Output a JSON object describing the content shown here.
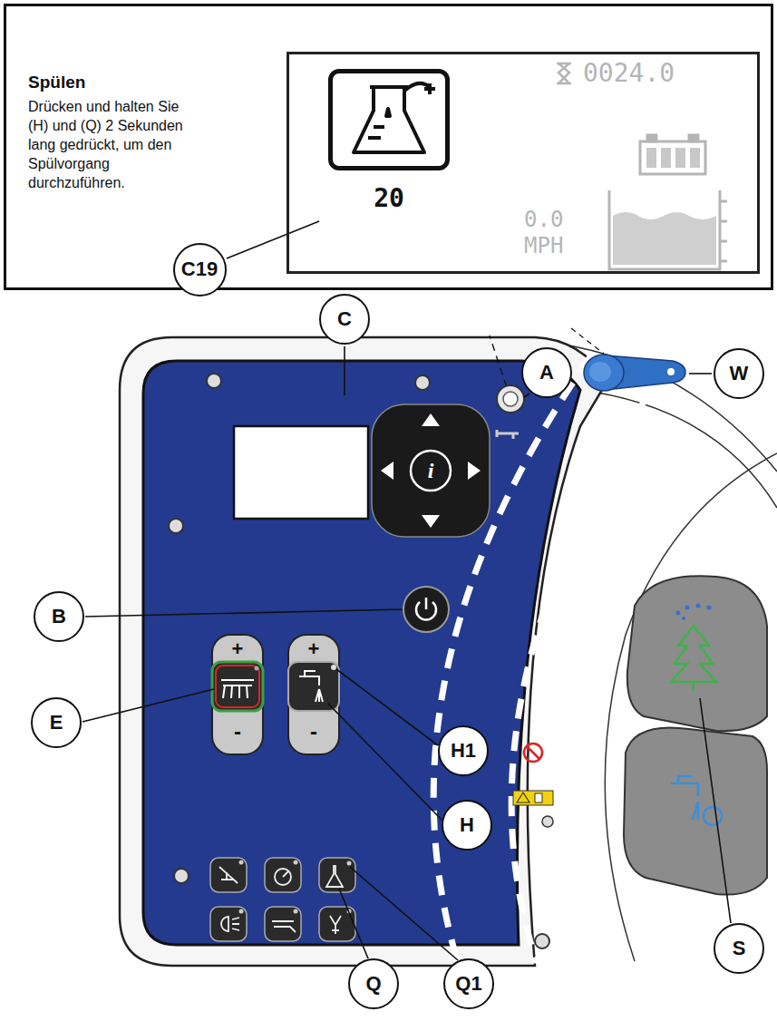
{
  "diagram": {
    "nodes": [
      {
        "text": [
          "Spülen",
          "Drücken und halten Sie (H) und (Q) 2 Sekunden lang gedrückt, um den Spülvorgang durchzuführen."
        ]
      },
      {
        "text": [
          "0024.0",
          "0.0 MPH"
        ],
        "in": 0
      },
      {
        "text": [
          "20"
        ],
        "in": 1
      },
      {
        "text": [
          "C19"
        ],
        "in": 0
      },
      {
        "text": [
          "C"
        ]
      },
      {
        "text": [
          "A"
        ]
      },
      {
        "text": [
          "W"
        ]
      },
      {
        "text": [
          "B"
        ]
      },
      {
        "text": [
          "E"
        ]
      },
      {
        "text": [
          "H1"
        ]
      },
      {
        "text": [
          "H"
        ]
      },
      {
        "text": [
          "S"
        ]
      },
      {
        "text": [
          "Q"
        ]
      },
      {
        "text": [
          "Q1"
        ]
      }
    ],
    "labels": [
      "+",
      "-",
      "+",
      "-",
      "i"
    ]
  }
}
